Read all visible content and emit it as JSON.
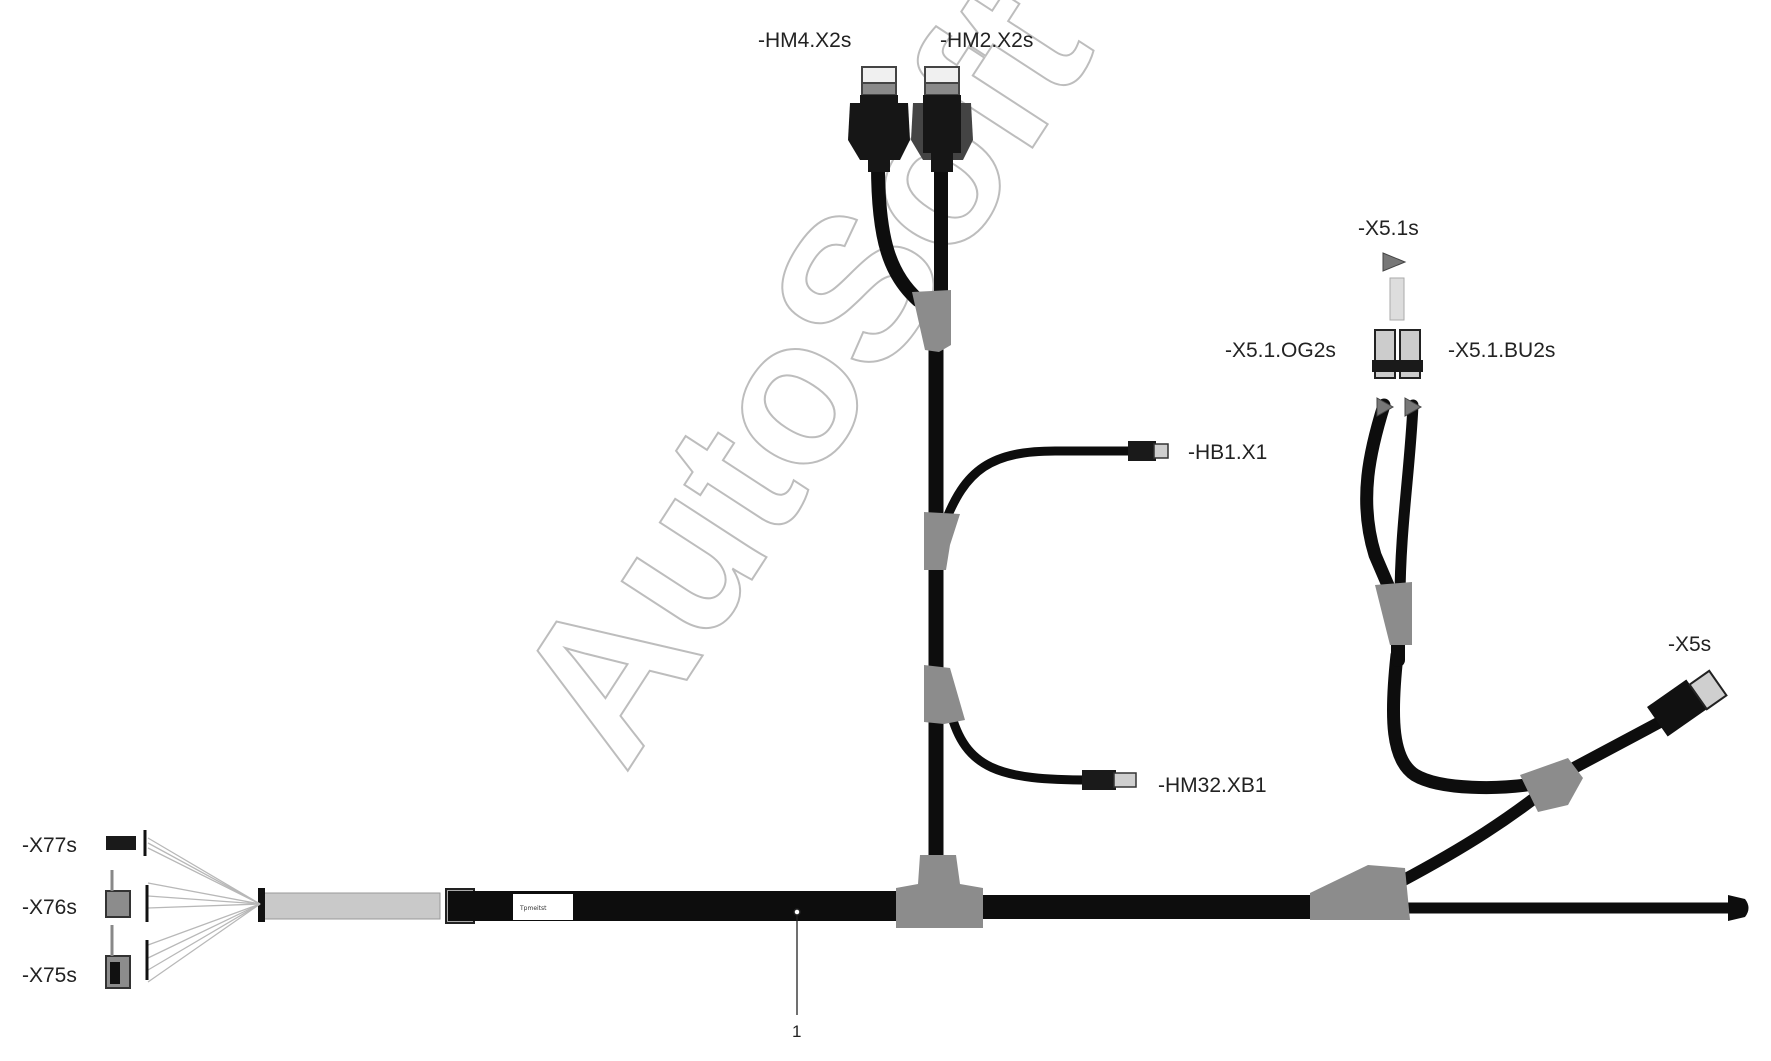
{
  "watermark": "AutoSoft",
  "connectors": {
    "hm4": "-HM4.X2s",
    "hm2": "-HM2.X2s",
    "x51": "-X5.1s",
    "x51og2": "-X5.1.OG2s",
    "x51bu2": "-X5.1.BU2s",
    "hb1": "-HB1.X1",
    "x5": "-X5s",
    "hm32": "-HM32.XB1",
    "x77": "-X77s",
    "x76": "-X76s",
    "x75": "-X75s"
  },
  "callout": "1",
  "tag_text": "Tpmeitst",
  "colors": {
    "cable": "#0d0d0d",
    "junction": "#8c8c8c",
    "watermark": "#bdbdbd"
  }
}
